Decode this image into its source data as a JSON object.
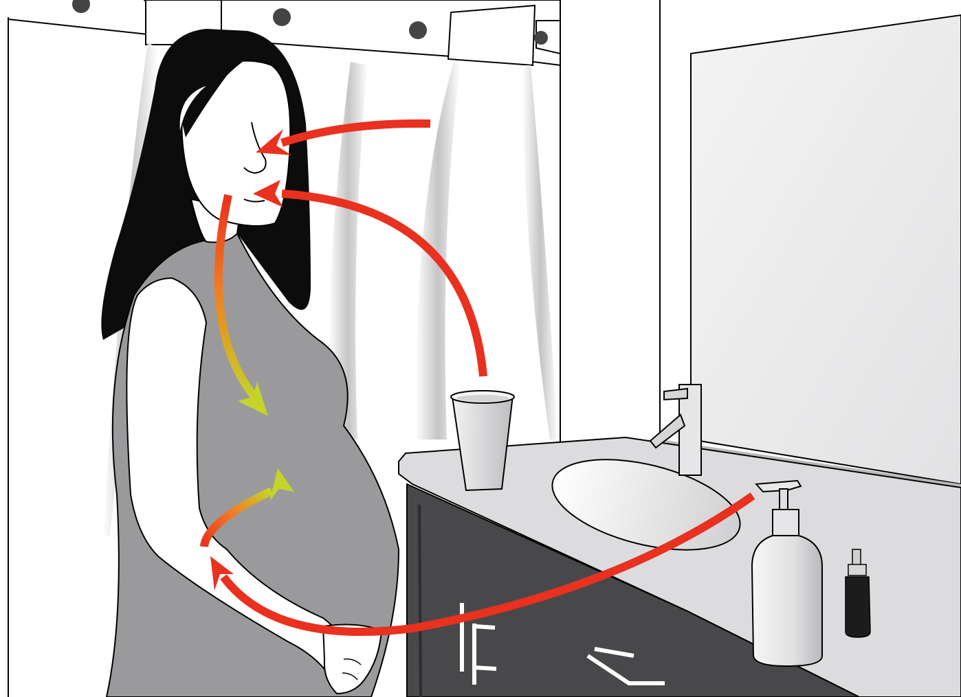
{
  "illustration": {
    "subject": "pregnant-woman-bathroom-exposure-routes",
    "colors": {
      "background": "#ffffff",
      "outline": "#000000",
      "hair": "#0c0c0c",
      "dress": "#9a9a9c",
      "cabinet": "#48484a",
      "counter": "#d4d4d6",
      "wall_shadow": "#c8c8ca",
      "arrow_red": "#e8311f",
      "arrow_orange": "#f27a22",
      "arrow_yellowgreen": "#c4d42a",
      "spray_bottle": "#1c1c1c"
    },
    "arrows": [
      {
        "name": "inhalation-arrow",
        "from": "ceiling-fixture",
        "to": "nose"
      },
      {
        "name": "ingestion-arrow",
        "from": "cup",
        "to": "mouth"
      },
      {
        "name": "dermal-arrow",
        "from": "soap-dispenser",
        "to": "hand"
      },
      {
        "name": "systemic-arrow-upper",
        "from": "mouth",
        "to": "abdomen"
      },
      {
        "name": "systemic-arrow-lower",
        "from": "hand",
        "to": "abdomen"
      }
    ]
  }
}
